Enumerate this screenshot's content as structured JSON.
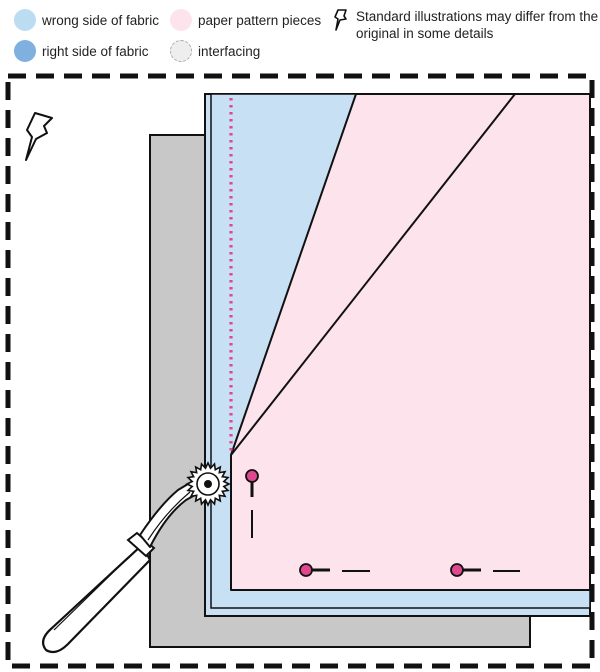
{
  "legend": {
    "wrong_side": "wrong side of fabric",
    "right_side": "right side of fabric",
    "paper_pattern": "paper pattern pieces",
    "interfacing": "interfacing",
    "note": "Standard illustrations may differ from the original in some details"
  },
  "colors": {
    "wrong_side": "#bcdcf2",
    "right_side": "#7fb0df",
    "paper_pattern": "#fde3ec",
    "interfacing": "#eeeeee",
    "fabric_layer": "#c8e0f3",
    "under_layer": "#c8c8c8",
    "pin_head": "#e0478f",
    "stitch_line": "#e0478f",
    "outline": "#111111"
  },
  "icons": {
    "pin": "push-pin-icon",
    "tool": "tracing-wheel-icon"
  }
}
